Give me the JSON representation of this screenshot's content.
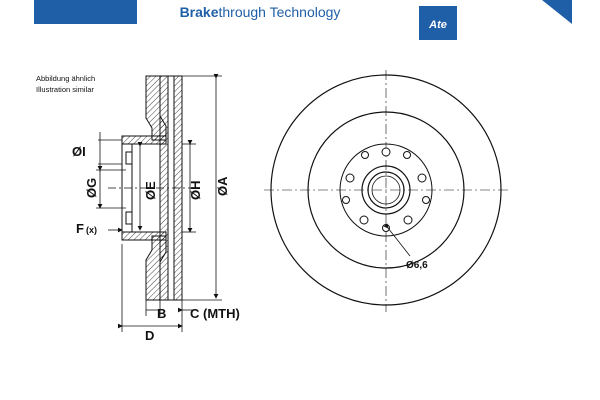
{
  "header": {
    "title_bold": "Brake",
    "title_rest": "through Technology",
    "logo_text": "Ate"
  },
  "note": {
    "line1": "Abbildung ähnlich",
    "line2": "Illustration similar"
  },
  "labels": {
    "I": "ØI",
    "G": "ØG",
    "E": "ØE",
    "H": "ØH",
    "A": "ØA",
    "F": "F",
    "F_sub": "(x)",
    "B": "B",
    "C": "C (MTH)",
    "D": "D",
    "bolt_hole": "Ø6,6"
  },
  "colors": {
    "brand_blue": "#1f5fa8",
    "line": "#111111"
  }
}
